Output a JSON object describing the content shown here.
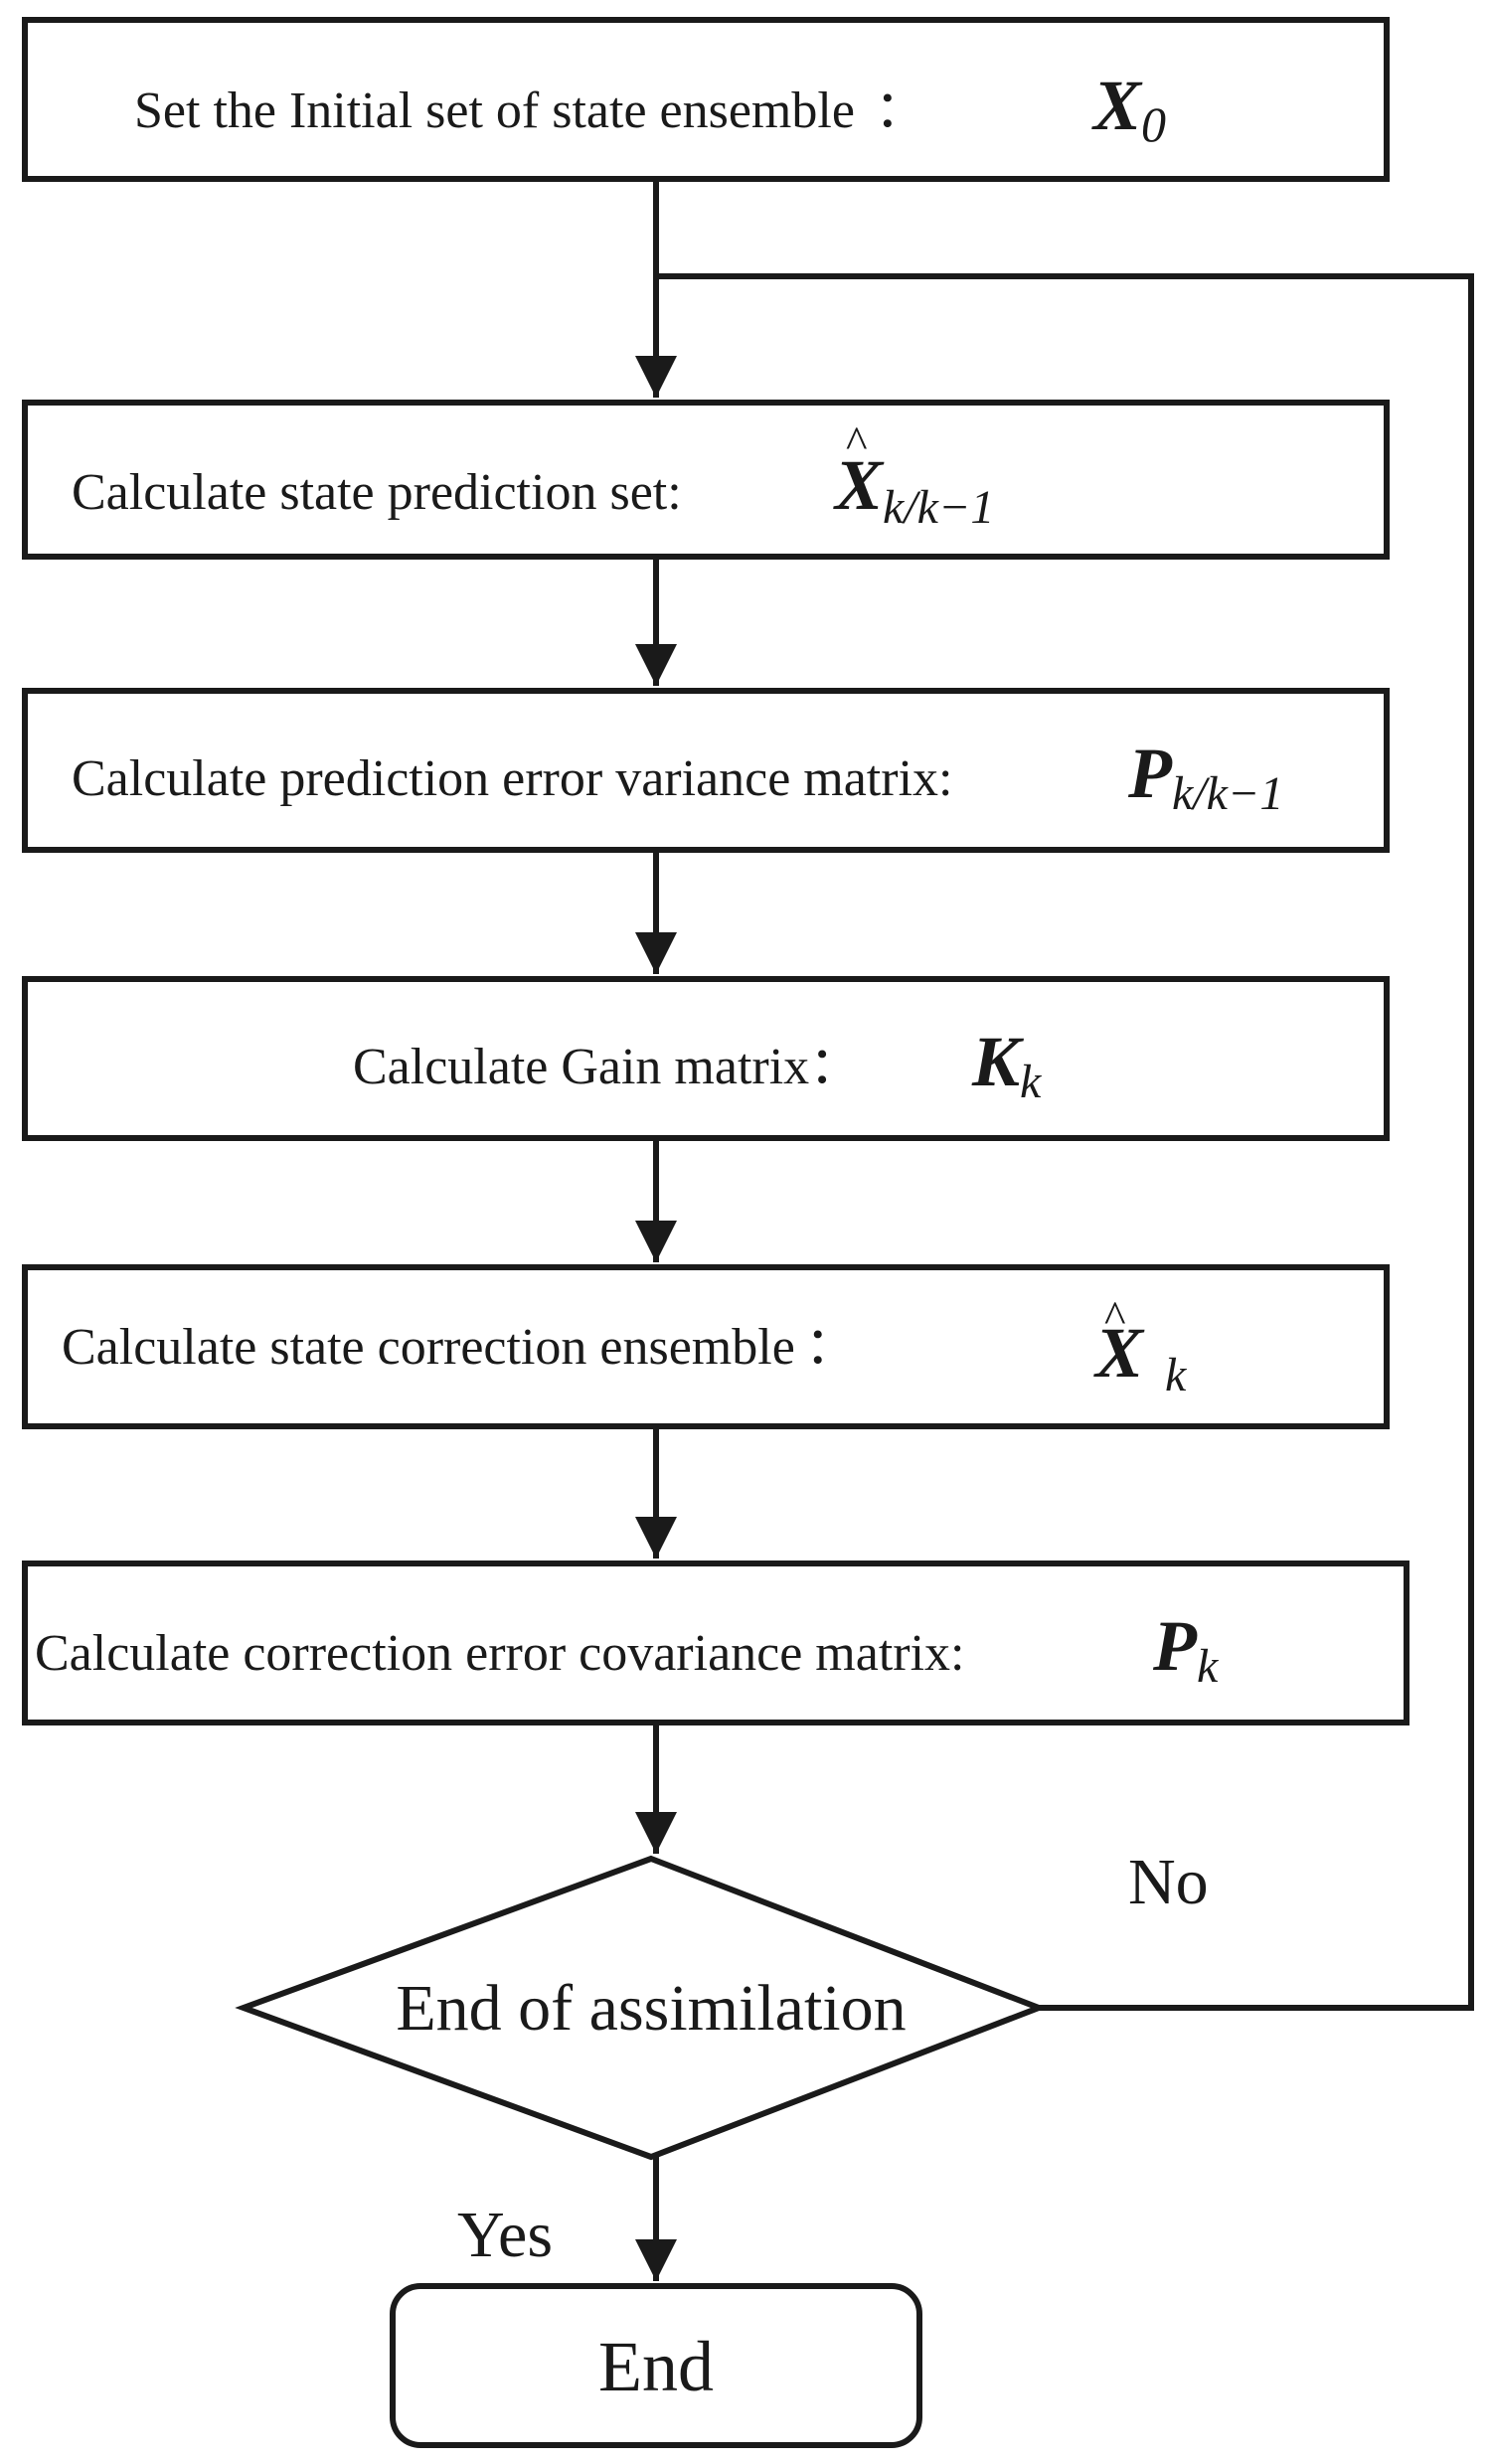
{
  "steps": {
    "init": {
      "text": "Set the Initial set of state ensemble",
      "sep": "：",
      "sym": "X",
      "sub": "0"
    },
    "predict": {
      "text": "Calculate state prediction set:",
      "sym": "X",
      "accent": "^",
      "sub": "k/k−1"
    },
    "pred_error": {
      "text": "Calculate prediction error variance matrix:",
      "sym": "P",
      "sub": "k/k−1"
    },
    "gain": {
      "text": "Calculate Gain matrix",
      "sep": "：",
      "sym": "K",
      "sub": "k"
    },
    "correct": {
      "text": "Calculate state correction ensemble",
      "sep": "：",
      "sym": "X",
      "accent": "^",
      "sub": "k"
    },
    "corr_error": {
      "text": "Calculate correction error covariance matrix",
      "sep": ":",
      "sym": "P",
      "sub": "k"
    }
  },
  "decision": {
    "text": "End of assimilation"
  },
  "labels": {
    "no": "No",
    "yes": "Yes"
  },
  "end": {
    "text": "End"
  }
}
